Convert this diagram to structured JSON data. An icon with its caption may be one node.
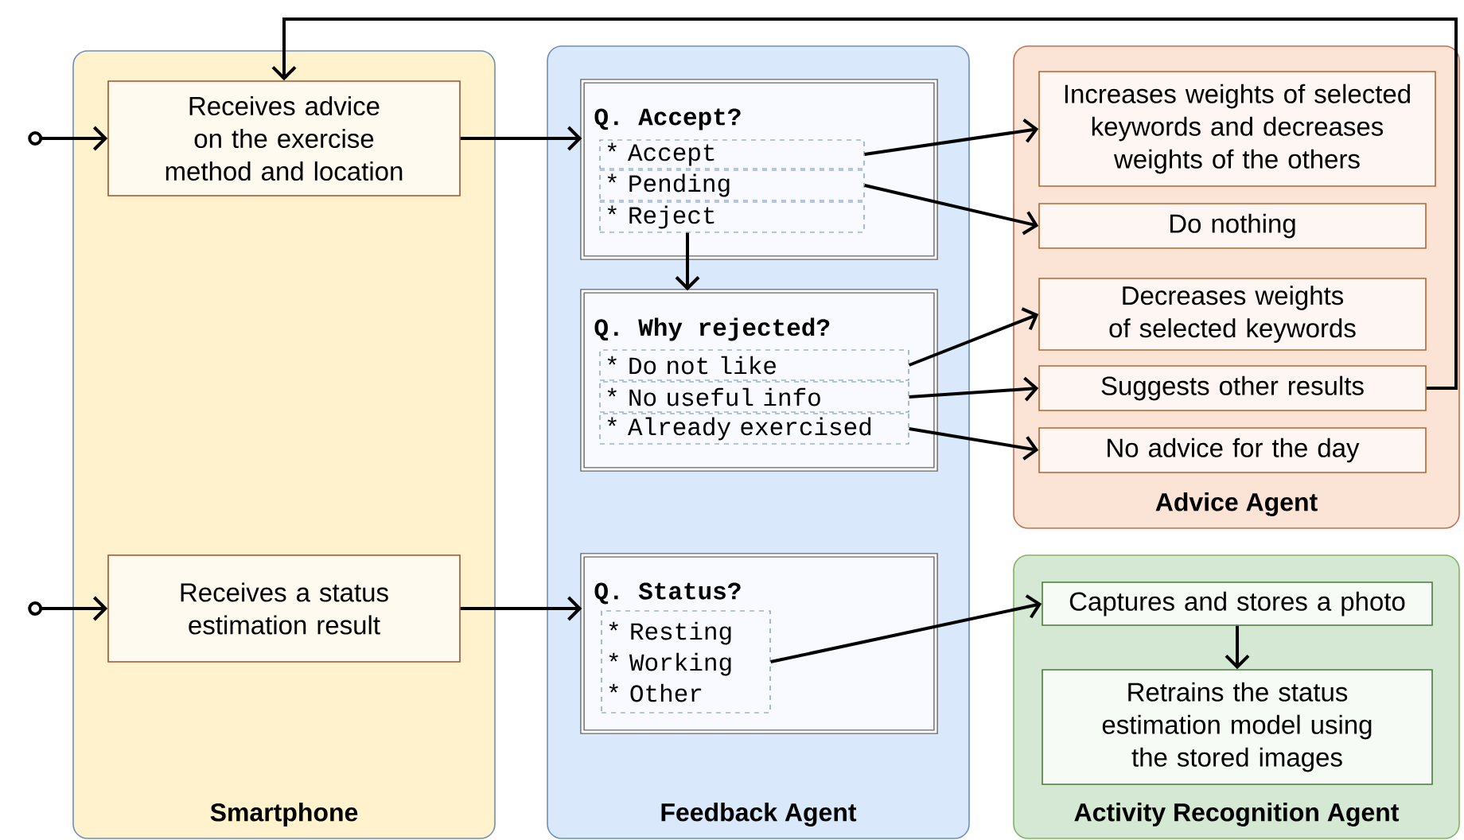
{
  "diagram": {
    "nodes": [
      {
        "text": [
          "Smartphone"
        ]
      },
      {
        "text": [
          "Receives advice on the exercise method and location"
        ],
        "in": 0
      },
      {
        "text": [
          "Receives a status estimation result"
        ],
        "in": 0
      },
      {
        "text": [
          "Feedback Agent"
        ]
      },
      {
        "text": [
          "Q. Accept?"
        ],
        "in": 3
      },
      {
        "text": [
          "* Accept"
        ],
        "in": 4
      },
      {
        "text": [
          "* Pending"
        ],
        "in": 4
      },
      {
        "text": [
          "* Reject"
        ],
        "in": 4
      },
      {
        "text": [
          "Q. Why rejected?"
        ],
        "in": 3
      },
      {
        "text": [
          "* Do not like"
        ],
        "in": 8
      },
      {
        "text": [
          "* No useful info"
        ],
        "in": 8
      },
      {
        "text": [
          "* Already exercised"
        ],
        "in": 8
      },
      {
        "text": [
          "Q. Status?"
        ],
        "in": 3
      },
      {
        "text": [
          "* Resting",
          "* Working",
          "* Other"
        ],
        "in": 12
      },
      {
        "text": [
          "Advice Agent"
        ]
      },
      {
        "text": [
          "Increases weights of selected keywords and decreases weights of the others"
        ],
        "in": 14
      },
      {
        "text": [
          "Do nothing"
        ],
        "in": 14
      },
      {
        "text": [
          "Decreases weights of selected keywords"
        ],
        "in": 14
      },
      {
        "text": [
          "Suggests other results"
        ],
        "in": 14
      },
      {
        "text": [
          "No advice for the day"
        ],
        "in": 14
      },
      {
        "text": [
          "Activity Recognition Agent"
        ]
      },
      {
        "text": [
          "Captures and stores a photo"
        ],
        "in": 20
      },
      {
        "text": [
          "Retrains the status estimation model using the stored images"
        ],
        "in": 20
      }
    ],
    "edges": [
      {
        "from": null,
        "to": 1,
        "arrow": "to"
      },
      {
        "from": null,
        "to": 2,
        "arrow": "to"
      },
      {
        "from": 1,
        "to": 4,
        "arrow": "to"
      },
      {
        "from": 5,
        "to": 15,
        "arrow": "to"
      },
      {
        "from": 6,
        "to": 16,
        "arrow": "to"
      },
      {
        "from": 7,
        "to": 8,
        "arrow": "to"
      },
      {
        "from": 9,
        "to": 17,
        "arrow": "to"
      },
      {
        "from": 10,
        "to": 18,
        "arrow": "to"
      },
      {
        "from": 11,
        "to": 19,
        "arrow": "to"
      },
      {
        "from": 18,
        "to": 1,
        "arrow": "to"
      },
      {
        "from": 2,
        "to": 12,
        "arrow": "to"
      },
      {
        "from": 13,
        "to": 21,
        "arrow": "to"
      },
      {
        "from": 21,
        "to": 22,
        "arrow": "to"
      }
    ]
  }
}
